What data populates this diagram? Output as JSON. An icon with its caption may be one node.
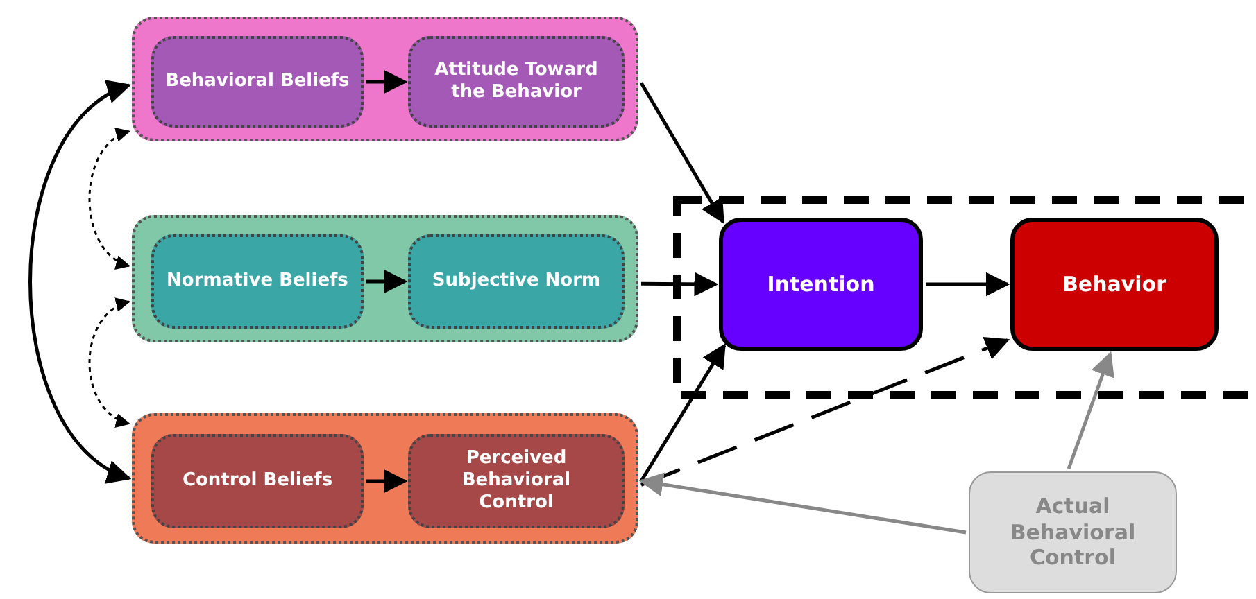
{
  "diagram": {
    "nodes": [
      {
        "text": [],
        "shape": "box"
      },
      {
        "text": [
          "Behavioral Beliefs"
        ],
        "in": 0
      },
      {
        "text": [
          "Attitude Toward the Behavior"
        ],
        "in": 0
      },
      {
        "text": [],
        "shape": "box"
      },
      {
        "text": [
          "Normative Beliefs"
        ],
        "in": 3
      },
      {
        "text": [
          "Subjective Norm"
        ],
        "in": 3
      },
      {
        "text": [],
        "shape": "box"
      },
      {
        "text": [
          "Control Beliefs"
        ],
        "in": 6
      },
      {
        "text": [
          "Perceived Behavioral Control"
        ],
        "in": 6
      },
      {
        "text": [
          "Intention"
        ]
      },
      {
        "text": [
          "Behavior"
        ]
      },
      {
        "text": [
          "Actual Behavioral Control"
        ]
      }
    ],
    "edges": [
      {
        "from": 1,
        "to": 2,
        "arrow": "to"
      },
      {
        "from": 4,
        "to": 5,
        "arrow": "to"
      },
      {
        "from": 7,
        "to": 8,
        "arrow": "to"
      },
      {
        "from": 0,
        "to": 9,
        "arrow": "to"
      },
      {
        "from": 3,
        "to": 9,
        "arrow": "to"
      },
      {
        "from": 6,
        "to": 9,
        "arrow": "to"
      },
      {
        "from": 9,
        "to": 10,
        "arrow": "to"
      },
      {
        "from": 6,
        "to": 10,
        "arrow": "to",
        "style": "dashed"
      },
      {
        "from": 11,
        "to": 6,
        "arrow": "to",
        "color": "#888888"
      },
      {
        "from": 11,
        "to": 10,
        "arrow": "to",
        "color": "#888888"
      },
      {
        "from": 0,
        "to": 6,
        "arrow": "both"
      },
      {
        "from": 0,
        "to": 3,
        "arrow": "both",
        "style": "dashed"
      },
      {
        "from": 3,
        "to": 6,
        "arrow": "both",
        "style": "dashed"
      }
    ]
  }
}
